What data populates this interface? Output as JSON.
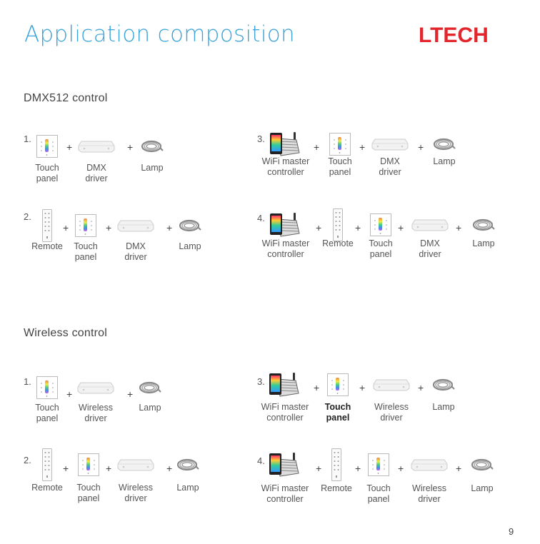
{
  "header": {
    "title": "Application composition",
    "brand": "LTECH"
  },
  "page_number": "9",
  "sections": {
    "dmx": {
      "title": "DMX512 control",
      "items": [
        {
          "number": "1.",
          "labels": [
            "Touch panel",
            "DMX driver",
            "Lamp"
          ]
        },
        {
          "number": "2.",
          "labels": [
            "Remote",
            "Touch panel",
            "DMX driver",
            "Lamp"
          ]
        },
        {
          "number": "3.",
          "labels": [
            "WiFi master controller",
            "Touch panel",
            "DMX driver",
            "Lamp"
          ]
        },
        {
          "number": "4.",
          "labels": [
            "WiFi master controller",
            "Remote",
            "Touch panel",
            "DMX driver",
            "Lamp"
          ]
        }
      ]
    },
    "wireless": {
      "title": "Wireless control",
      "items": [
        {
          "number": "1.",
          "labels": [
            "Touch panel",
            "Wireless driver",
            "Lamp"
          ]
        },
        {
          "number": "2.",
          "labels": [
            "Remote",
            "Touch panel",
            "Wireless driver",
            "Lamp"
          ]
        },
        {
          "number": "3.",
          "labels": [
            "WiFi master controller",
            "Touch panel",
            "Wireless driver",
            "Lamp"
          ]
        },
        {
          "number": "4.",
          "labels": [
            "WiFi master controller",
            "Remote",
            "Touch panel",
            "Wireless driver",
            "Lamp"
          ]
        }
      ]
    }
  },
  "plus_sign": "+"
}
